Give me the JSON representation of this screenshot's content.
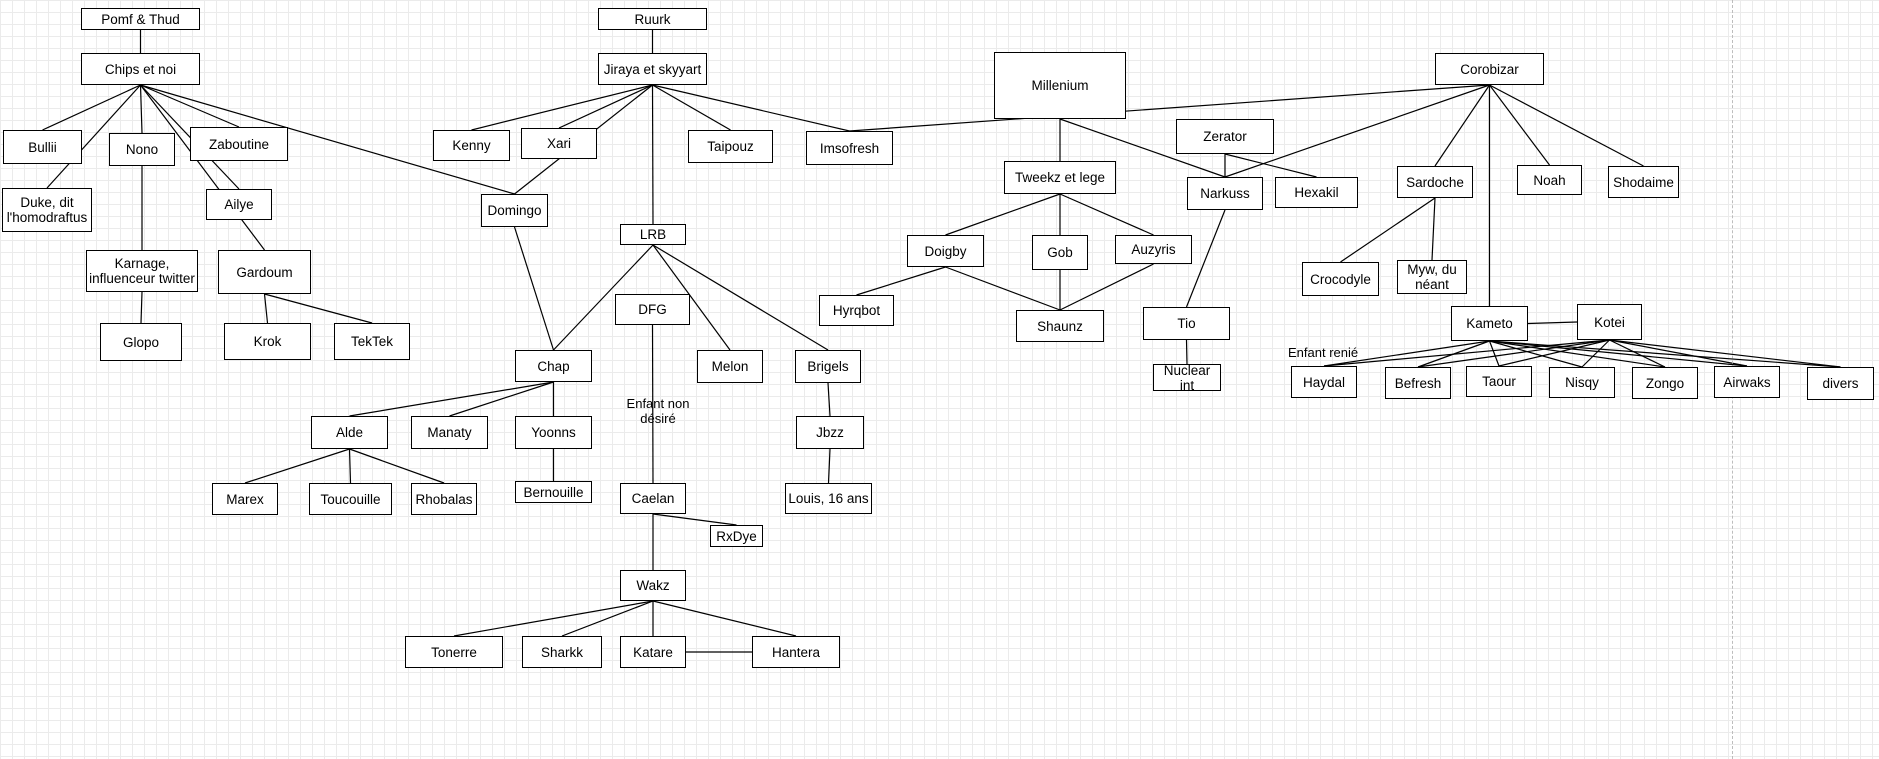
{
  "nodes": {
    "pomf": "Pomf & Thud",
    "chips": "Chips et noi",
    "bullii": "Bullii",
    "nono": "Nono",
    "zaboutine": "Zaboutine",
    "duke": "Duke, dit\nl'homodraftus",
    "ailye": "Ailye",
    "karnage": "Karnage,\ninfluenceur twitter",
    "gardoum": "Gardoum",
    "glopo": "Glopo",
    "krok": "Krok",
    "tektek": "TekTek",
    "ruurk": "Ruurk",
    "jiraya": "Jiraya et skyyart",
    "kenny": "Kenny",
    "xari": "Xari",
    "taipouz": "Taipouz",
    "imsofresh": "Imsofresh",
    "domingo": "Domingo",
    "lrb": "LRB",
    "dfg": "DFG",
    "chap": "Chap",
    "melon": "Melon",
    "brigels": "Brigels",
    "alde": "Alde",
    "manaty": "Manaty",
    "yoonns": "Yoonns",
    "jbzz": "Jbzz",
    "marex": "Marex",
    "toucouille": "Toucouille",
    "rhobalas": "Rhobalas",
    "bernouille": "Bernouille",
    "caelan": "Caelan",
    "louis": "Louis, 16 ans",
    "rxdye": "RxDye",
    "wakz": "Wakz",
    "tonerre": "Tonerre",
    "sharkk": "Sharkk",
    "katare": "Katare",
    "hantera": "Hantera",
    "millenium": "Millenium",
    "zerator": "Zerator",
    "tweekz": "Tweekz et lege",
    "narkuss": "Narkuss",
    "hexakil": "Hexakil",
    "doigby": "Doigby",
    "gob": "Gob",
    "auzyris": "Auzyris",
    "hyrqbot": "Hyrqbot",
    "shaunz": "Shaunz",
    "tio": "Tio",
    "nuclear": "Nuclear\nint",
    "corobizar": "Corobizar",
    "sardoche": "Sardoche",
    "noah": "Noah",
    "shodaime": "Shodaime",
    "crocodyle": "Crocodyle",
    "myw": "Myw, du\nnéant",
    "kameto": "Kameto",
    "kotei": "Kotei",
    "haydal": "Haydal",
    "befresh": "Befresh",
    "taour": "Taour",
    "nisqy": "Nisqy",
    "zongo": "Zongo",
    "airwaks": "Airwaks",
    "divers": "divers"
  },
  "labels": {
    "enfant_non_desire": "Enfant non\ndésiré",
    "enfant_renie": "Enfant renié"
  },
  "edges": [
    [
      "pomf",
      "chips"
    ],
    [
      "chips",
      "bullii"
    ],
    [
      "chips",
      "duke"
    ],
    [
      "chips",
      "nono"
    ],
    [
      "chips",
      "zaboutine"
    ],
    [
      "chips",
      "ailye"
    ],
    [
      "chips",
      "gardoum"
    ],
    [
      "chips",
      "domingo"
    ],
    [
      "nono",
      "karnage"
    ],
    [
      "karnage",
      "glopo"
    ],
    [
      "gardoum",
      "krok"
    ],
    [
      "gardoum",
      "tektek"
    ],
    [
      "ruurk",
      "jiraya"
    ],
    [
      "jiraya",
      "kenny"
    ],
    [
      "jiraya",
      "xari"
    ],
    [
      "jiraya",
      "domingo"
    ],
    [
      "jiraya",
      "taipouz"
    ],
    [
      "jiraya",
      "imsofresh"
    ],
    [
      "jiraya",
      "lrb"
    ],
    [
      "imsofresh",
      "corobizar"
    ],
    [
      "domingo",
      "chap"
    ],
    [
      "lrb",
      "chap"
    ],
    [
      "lrb",
      "melon"
    ],
    [
      "lrb",
      "brigels"
    ],
    [
      "dfg",
      "caelan"
    ],
    [
      "brigels",
      "jbzz"
    ],
    [
      "jbzz",
      "louis"
    ],
    [
      "chap",
      "alde"
    ],
    [
      "chap",
      "manaty"
    ],
    [
      "chap",
      "yoonns"
    ],
    [
      "yoonns",
      "bernouille"
    ],
    [
      "alde",
      "marex"
    ],
    [
      "alde",
      "toucouille"
    ],
    [
      "alde",
      "rhobalas"
    ],
    [
      "caelan",
      "rxdye"
    ],
    [
      "caelan",
      "wakz"
    ],
    [
      "wakz",
      "tonerre"
    ],
    [
      "wakz",
      "sharkk"
    ],
    [
      "wakz",
      "katare"
    ],
    [
      "wakz",
      "hantera"
    ],
    [
      "katare",
      "hantera"
    ],
    [
      "millenium",
      "tweekz"
    ],
    [
      "millenium",
      "narkuss"
    ],
    [
      "zerator",
      "narkuss"
    ],
    [
      "zerator",
      "hexakil"
    ],
    [
      "corobizar",
      "narkuss"
    ],
    [
      "tweekz",
      "doigby"
    ],
    [
      "tweekz",
      "gob"
    ],
    [
      "tweekz",
      "auzyris"
    ],
    [
      "doigby",
      "hyrqbot"
    ],
    [
      "doigby",
      "shaunz"
    ],
    [
      "gob",
      "shaunz"
    ],
    [
      "auzyris",
      "shaunz"
    ],
    [
      "narkuss",
      "tio"
    ],
    [
      "tio",
      "nuclear"
    ],
    [
      "corobizar",
      "sardoche"
    ],
    [
      "corobizar",
      "kameto"
    ],
    [
      "corobizar",
      "noah"
    ],
    [
      "corobizar",
      "shodaime"
    ],
    [
      "sardoche",
      "crocodyle"
    ],
    [
      "sardoche",
      "myw"
    ],
    [
      "kameto",
      "kotei"
    ],
    [
      "kameto",
      "haydal"
    ],
    [
      "kameto",
      "befresh"
    ],
    [
      "kameto",
      "taour"
    ],
    [
      "kameto",
      "nisqy"
    ],
    [
      "kameto",
      "zongo"
    ],
    [
      "kameto",
      "airwaks"
    ],
    [
      "kameto",
      "divers"
    ],
    [
      "kotei",
      "haydal"
    ],
    [
      "kotei",
      "befresh"
    ],
    [
      "kotei",
      "taour"
    ],
    [
      "kotei",
      "nisqy"
    ],
    [
      "kotei",
      "zongo"
    ],
    [
      "kotei",
      "airwaks"
    ],
    [
      "kotei",
      "divers"
    ]
  ]
}
